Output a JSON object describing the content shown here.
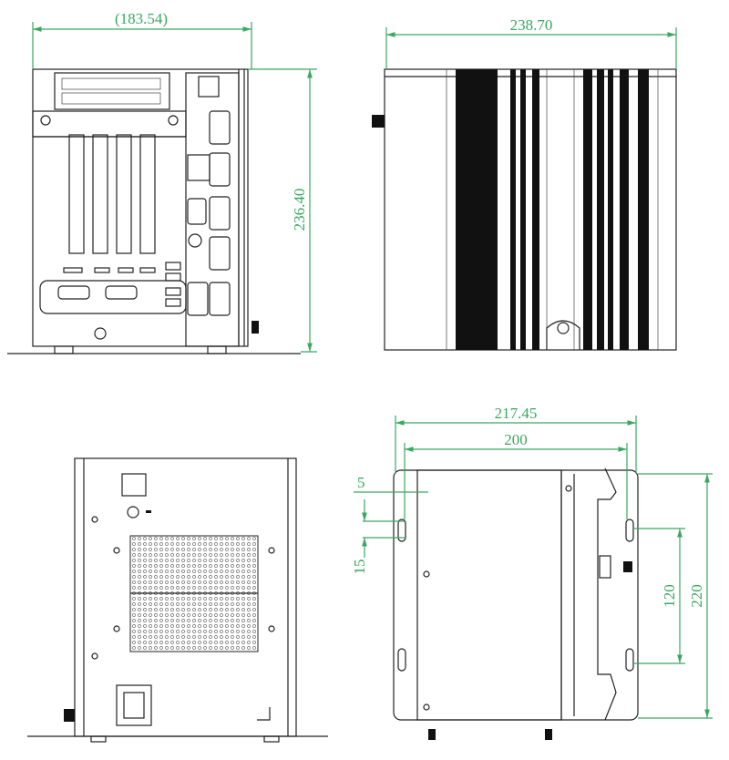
{
  "title": "Enclosure dimension drawing",
  "colors": {
    "dimension": "#3aa860",
    "outline": "#222222"
  },
  "views": {
    "front": {
      "width_label": "(183.54)",
      "height_label": "236.40"
    },
    "side": {
      "depth_label": "238.70"
    },
    "rear": {},
    "mount": {
      "overall_label": "217.45",
      "hole_pitch_label": "200",
      "edge_label": "5",
      "slot_label": "15",
      "slot_pitch_label": "120",
      "height_label": "220"
    }
  }
}
